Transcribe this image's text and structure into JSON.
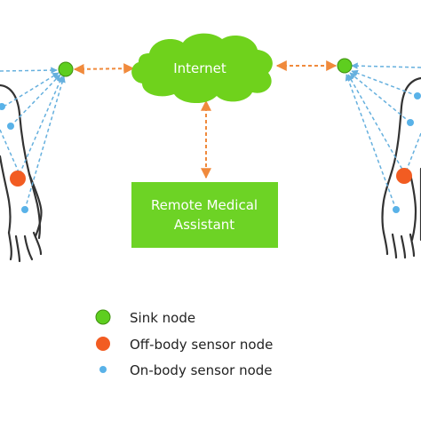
{
  "nodes": {
    "cloud_label": "Internet",
    "assistant_label_line1": "Remote Medical",
    "assistant_label_line2": "Assistant"
  },
  "legend": {
    "items": [
      {
        "label": "Sink node",
        "color": "#5ece1f"
      },
      {
        "label": "Off-body sensor node",
        "color": "#f25c22"
      },
      {
        "label": "On-body sensor node",
        "color": "#59b2e8"
      }
    ]
  },
  "colors": {
    "internet_cloud": "#6fd21c",
    "assistant_box": "#6dd325",
    "arrow_orange": "#f08a3c",
    "link_blue": "#66b0de",
    "body_outline": "#333333"
  }
}
